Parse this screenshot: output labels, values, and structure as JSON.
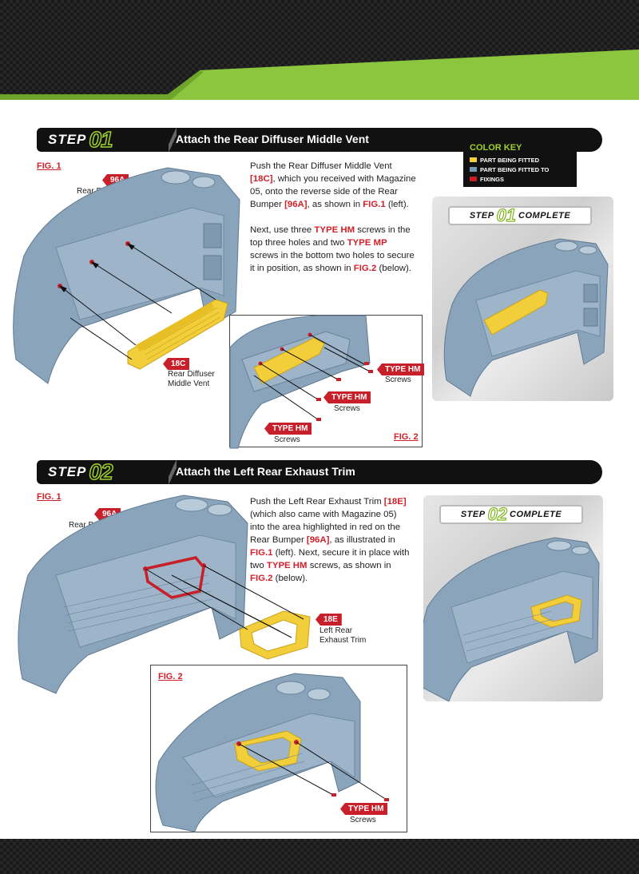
{
  "colors": {
    "accent_green": "#8cc63f",
    "tag_red": "#c8202a",
    "part_fitted": "#f2cf3a",
    "part_fitted_to": "#7899b4",
    "fixings": "#c8202a",
    "bumper_blue": "#8aa4bc"
  },
  "step1": {
    "word": "STEP",
    "number": "01",
    "title": "Attach the Rear Diffuser Middle Vent",
    "fig1_label": "FIG. 1",
    "fig2_label": "FIG. 2",
    "tag_96a": "96A",
    "caption_96a": "Rear Bumper",
    "tag_18c": "18C",
    "caption_18c_1": "Rear Diffuser",
    "caption_18c_2": "Middle Vent",
    "text": {
      "p1_a": "Push the Rear Diffuser Middle Vent ",
      "p1_b": "[18C]",
      "p1_c": ", which you received with Magazine 05, onto the reverse side of the Rear Bumper ",
      "p1_d": "[96A]",
      "p1_e": ", as shown in ",
      "p1_f": "FIG.1",
      "p1_g": " (left).",
      "p2_a": "Next, use three ",
      "p2_b": "TYPE HM",
      "p2_c": " screws in the top three holes and two ",
      "p2_d": "TYPE MP",
      "p2_e": " screws in the bottom two holes to secure it in position, as shown in ",
      "p2_f": "FIG.2",
      "p2_g": " (below)."
    },
    "fig2": {
      "tag1": "TYPE HM",
      "cap1": "Screws",
      "tag2": "TYPE HM",
      "cap2": "Screws",
      "tag3": "TYPE HM",
      "cap3": "Screws"
    },
    "complete_word1": "STEP",
    "complete_num": "01",
    "complete_word2": "COMPLETE"
  },
  "color_key": {
    "title": "COLOR KEY",
    "items": [
      "PART BEING FITTED",
      "PART BEING FITTED TO",
      "FIXINGS"
    ]
  },
  "step2": {
    "word": "STEP",
    "number": "02",
    "title": "Attach the Left Rear Exhaust Trim",
    "fig1_label": "FIG. 1",
    "fig2_label": "FIG. 2",
    "tag_96a": "96A",
    "caption_96a": "Rear Bumper",
    "tag_18e": "18E",
    "caption_18e_1": "Left Rear",
    "caption_18e_2": "Exhaust Trim",
    "text": {
      "a": "Push the Left Rear Exhaust Trim ",
      "b": "[18E]",
      "c": " (which also came with Magazine 05) into the area highlighted in red on the Rear Bumper ",
      "d": "[96A]",
      "e": ", as illustrated in ",
      "f": "FIG.1",
      "g": " (left). Next, secure it in place with two ",
      "h": "TYPE HM",
      "i": " screws, as shown in ",
      "j": "FIG.2",
      "k": " (below)."
    },
    "fig2": {
      "tag": "TYPE HM",
      "cap": "Screws"
    },
    "complete_word1": "STEP",
    "complete_num": "02",
    "complete_word2": "COMPLETE"
  }
}
